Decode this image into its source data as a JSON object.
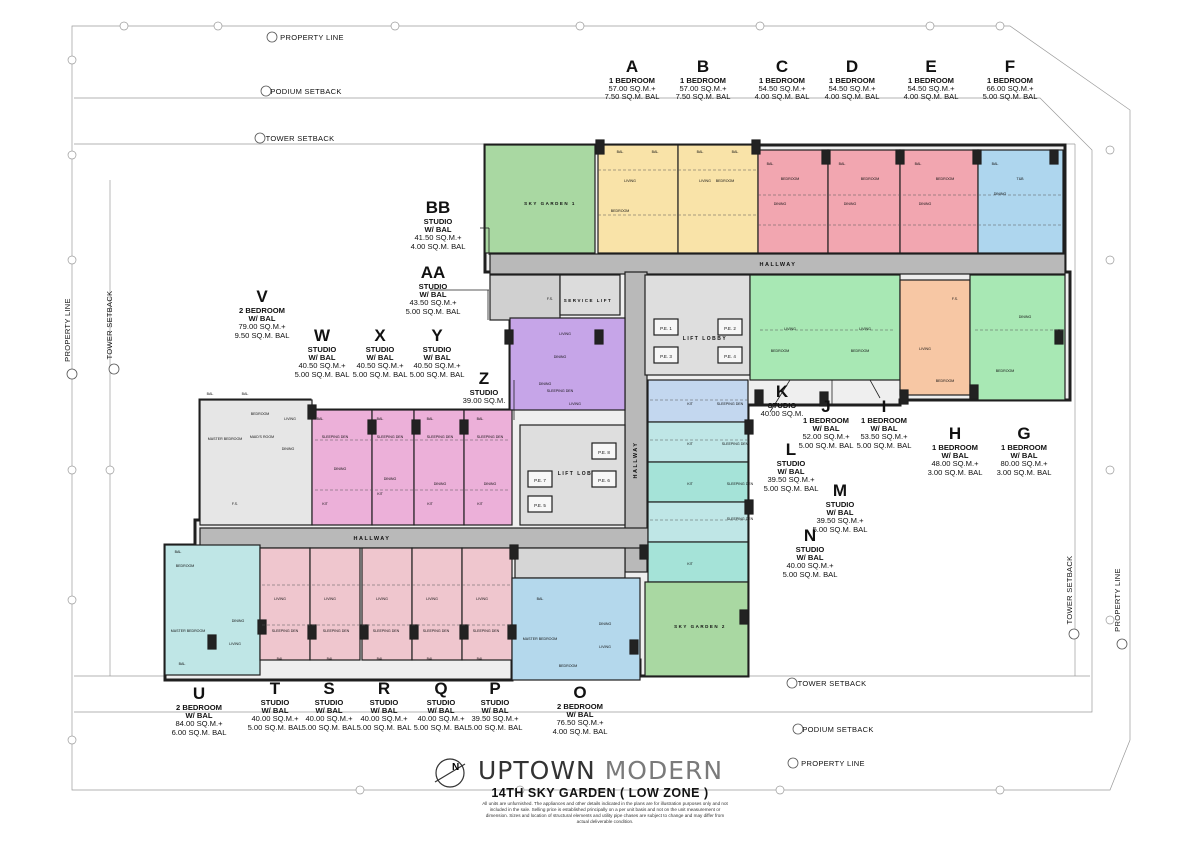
{
  "brand": {
    "name_primary": "UPTOWN",
    "name_secondary": "MODERN",
    "subtitle": "14TH SKY GARDEN ( LOW ZONE )",
    "north_letter": "N",
    "disclaimer": "All units are unfurnished. The appliances and other details indicated in the plans are for illustration purposes only and not included in the sale. Selling price is established principally on a per unit basis and not on the unit measurement or dimension. Sizes and location of structural elements and utility pipe chases are subject to change and may differ from actual deliverable condition."
  },
  "lines": {
    "property_line": "PROPERTY LINE",
    "podium_setback": "PODIUM SETBACK",
    "tower_setback": "TOWER SETBACK"
  },
  "rooms": {
    "hallway": "HALLWAY",
    "lift_lobby": "LIFT LOBBY",
    "sky_garden_1": "SKY GARDEN 1",
    "sky_garden_2": "SKY GARDEN 2",
    "service_lift": "SERVICE LIFT",
    "pe": [
      "P.E. 1",
      "P.E. 2",
      "P.E. 3",
      "P.E. 4",
      "P.E. 5",
      "P.E. 6",
      "P.E. 7",
      "P.E. 8"
    ],
    "room_words": {
      "bedroom": "BEDROOM",
      "living": "LIVING",
      "dining": "DINING",
      "kit": "KIT",
      "tb": "T&B",
      "bal": "BAL",
      "maid": "MAID'S ROOM",
      "sleep": "SLEEPING DEN",
      "master": "MASTER BEDROOM",
      "fs": "F.S."
    }
  },
  "units": [
    {
      "letter": "A",
      "lines": [
        "1 BEDROOM",
        "57.00 SQ.M.+",
        "7.50 SQ.M. BAL"
      ]
    },
    {
      "letter": "B",
      "lines": [
        "1 BEDROOM",
        "57.00 SQ.M.+",
        "7.50 SQ.M. BAL"
      ]
    },
    {
      "letter": "C",
      "lines": [
        "1 BEDROOM",
        "54.50 SQ.M.+",
        "4.00 SQ.M. BAL"
      ]
    },
    {
      "letter": "D",
      "lines": [
        "1 BEDROOM",
        "54.50 SQ.M.+",
        "4.00 SQ.M. BAL"
      ]
    },
    {
      "letter": "E",
      "lines": [
        "1 BEDROOM",
        "54.50 SQ.M.+",
        "4.00 SQ.M. BAL"
      ]
    },
    {
      "letter": "F",
      "lines": [
        "1 BEDROOM",
        "66.00 SQ.M.+",
        "5.00 SQ.M. BAL"
      ]
    },
    {
      "letter": "BB",
      "lines": [
        "STUDIO",
        "W/ BAL",
        "41.50 SQ.M.+",
        "4.00 SQ.M. BAL"
      ]
    },
    {
      "letter": "AA",
      "lines": [
        "STUDIO",
        "W/ BAL",
        "43.50 SQ.M.+",
        "5.00 SQ.M. BAL"
      ]
    },
    {
      "letter": "V",
      "lines": [
        "2 BEDROOM",
        "W/ BAL",
        "79.00 SQ.M.+",
        "9.50 SQ.M. BAL"
      ]
    },
    {
      "letter": "W",
      "lines": [
        "STUDIO",
        "W/ BAL",
        "40.50 SQ.M.+",
        "5.00 SQ.M. BAL"
      ]
    },
    {
      "letter": "X",
      "lines": [
        "STUDIO",
        "W/ BAL",
        "40.50 SQ.M.+",
        "5.00 SQ.M. BAL"
      ]
    },
    {
      "letter": "Y",
      "lines": [
        "STUDIO",
        "W/ BAL",
        "40.50 SQ.M.+",
        "5.00 SQ.M. BAL"
      ]
    },
    {
      "letter": "Z",
      "lines": [
        "STUDIO",
        "39.00 SQ.M."
      ]
    },
    {
      "letter": "K",
      "lines": [
        "STUDIO",
        "40.00 SQ.M."
      ]
    },
    {
      "letter": "J",
      "lines": [
        "1 BEDROOM",
        "W/ BAL",
        "52.00 SQ.M.+",
        "5.00 SQ.M. BAL"
      ]
    },
    {
      "letter": "I",
      "lines": [
        "1 BEDROOM",
        "W/ BAL",
        "53.50 SQ.M.+",
        "5.00 SQ.M. BAL"
      ]
    },
    {
      "letter": "H",
      "lines": [
        "1 BEDROOM",
        "W/ BAL",
        "48.00 SQ.M.+",
        "3.00 SQ.M. BAL"
      ]
    },
    {
      "letter": "G",
      "lines": [
        "1 BEDROOM",
        "W/ BAL",
        "80.00 SQ.M.+",
        "3.00 SQ.M. BAL"
      ]
    },
    {
      "letter": "L",
      "lines": [
        "STUDIO",
        "W/ BAL",
        "39.50 SQ.M.+",
        "5.00 SQ.M. BAL"
      ]
    },
    {
      "letter": "M",
      "lines": [
        "STUDIO",
        "W/ BAL",
        "39.50 SQ.M.+",
        "5.00 SQ.M. BAL"
      ]
    },
    {
      "letter": "N",
      "lines": [
        "STUDIO",
        "W/ BAL",
        "40.00 SQ.M.+",
        "5.00 SQ.M. BAL"
      ]
    },
    {
      "letter": "U",
      "lines": [
        "2 BEDROOM",
        "W/ BAL",
        "84.00 SQ.M.+",
        "6.00 SQ.M. BAL"
      ]
    },
    {
      "letter": "T",
      "lines": [
        "STUDIO",
        "W/ BAL",
        "40.00 SQ.M.+",
        "5.00 SQ.M. BAL"
      ]
    },
    {
      "letter": "S",
      "lines": [
        "STUDIO",
        "W/ BAL",
        "40.00 SQ.M.+",
        "5.00 SQ.M. BAL"
      ]
    },
    {
      "letter": "R",
      "lines": [
        "STUDIO",
        "W/ BAL",
        "40.00 SQ.M.+",
        "5.00 SQ.M. BAL"
      ]
    },
    {
      "letter": "Q",
      "lines": [
        "STUDIO",
        "W/ BAL",
        "40.00 SQ.M.+",
        "5.00 SQ.M. BAL"
      ]
    },
    {
      "letter": "P",
      "lines": [
        "STUDIO",
        "W/ BAL",
        "39.50 SQ.M.+",
        "5.00 SQ.M. BAL"
      ]
    },
    {
      "letter": "O",
      "lines": [
        "2 BEDROOM",
        "W/ BAL",
        "76.50 SQ.M.+",
        "4.00 SQ.M. BAL"
      ]
    }
  ],
  "colors": {
    "wall": "#1f1f1f",
    "hall": "#b9b9b9",
    "sky": "#a9d8a2",
    "yellow": "#f9e3a8",
    "red": "#f2a6b0",
    "blue": "#aed6ee",
    "green": "#a8e8b4",
    "peach": "#f7c7a4",
    "purple": "#c6a5e8",
    "pink": "#ecb0d9",
    "rose": "#efc6ce",
    "cyan": "#bfe6e6",
    "teal": "#a5e3d8",
    "periwinkle": "#c3d7ef",
    "lightblue": "#b4d8ec",
    "line": "#9a9a9a"
  }
}
